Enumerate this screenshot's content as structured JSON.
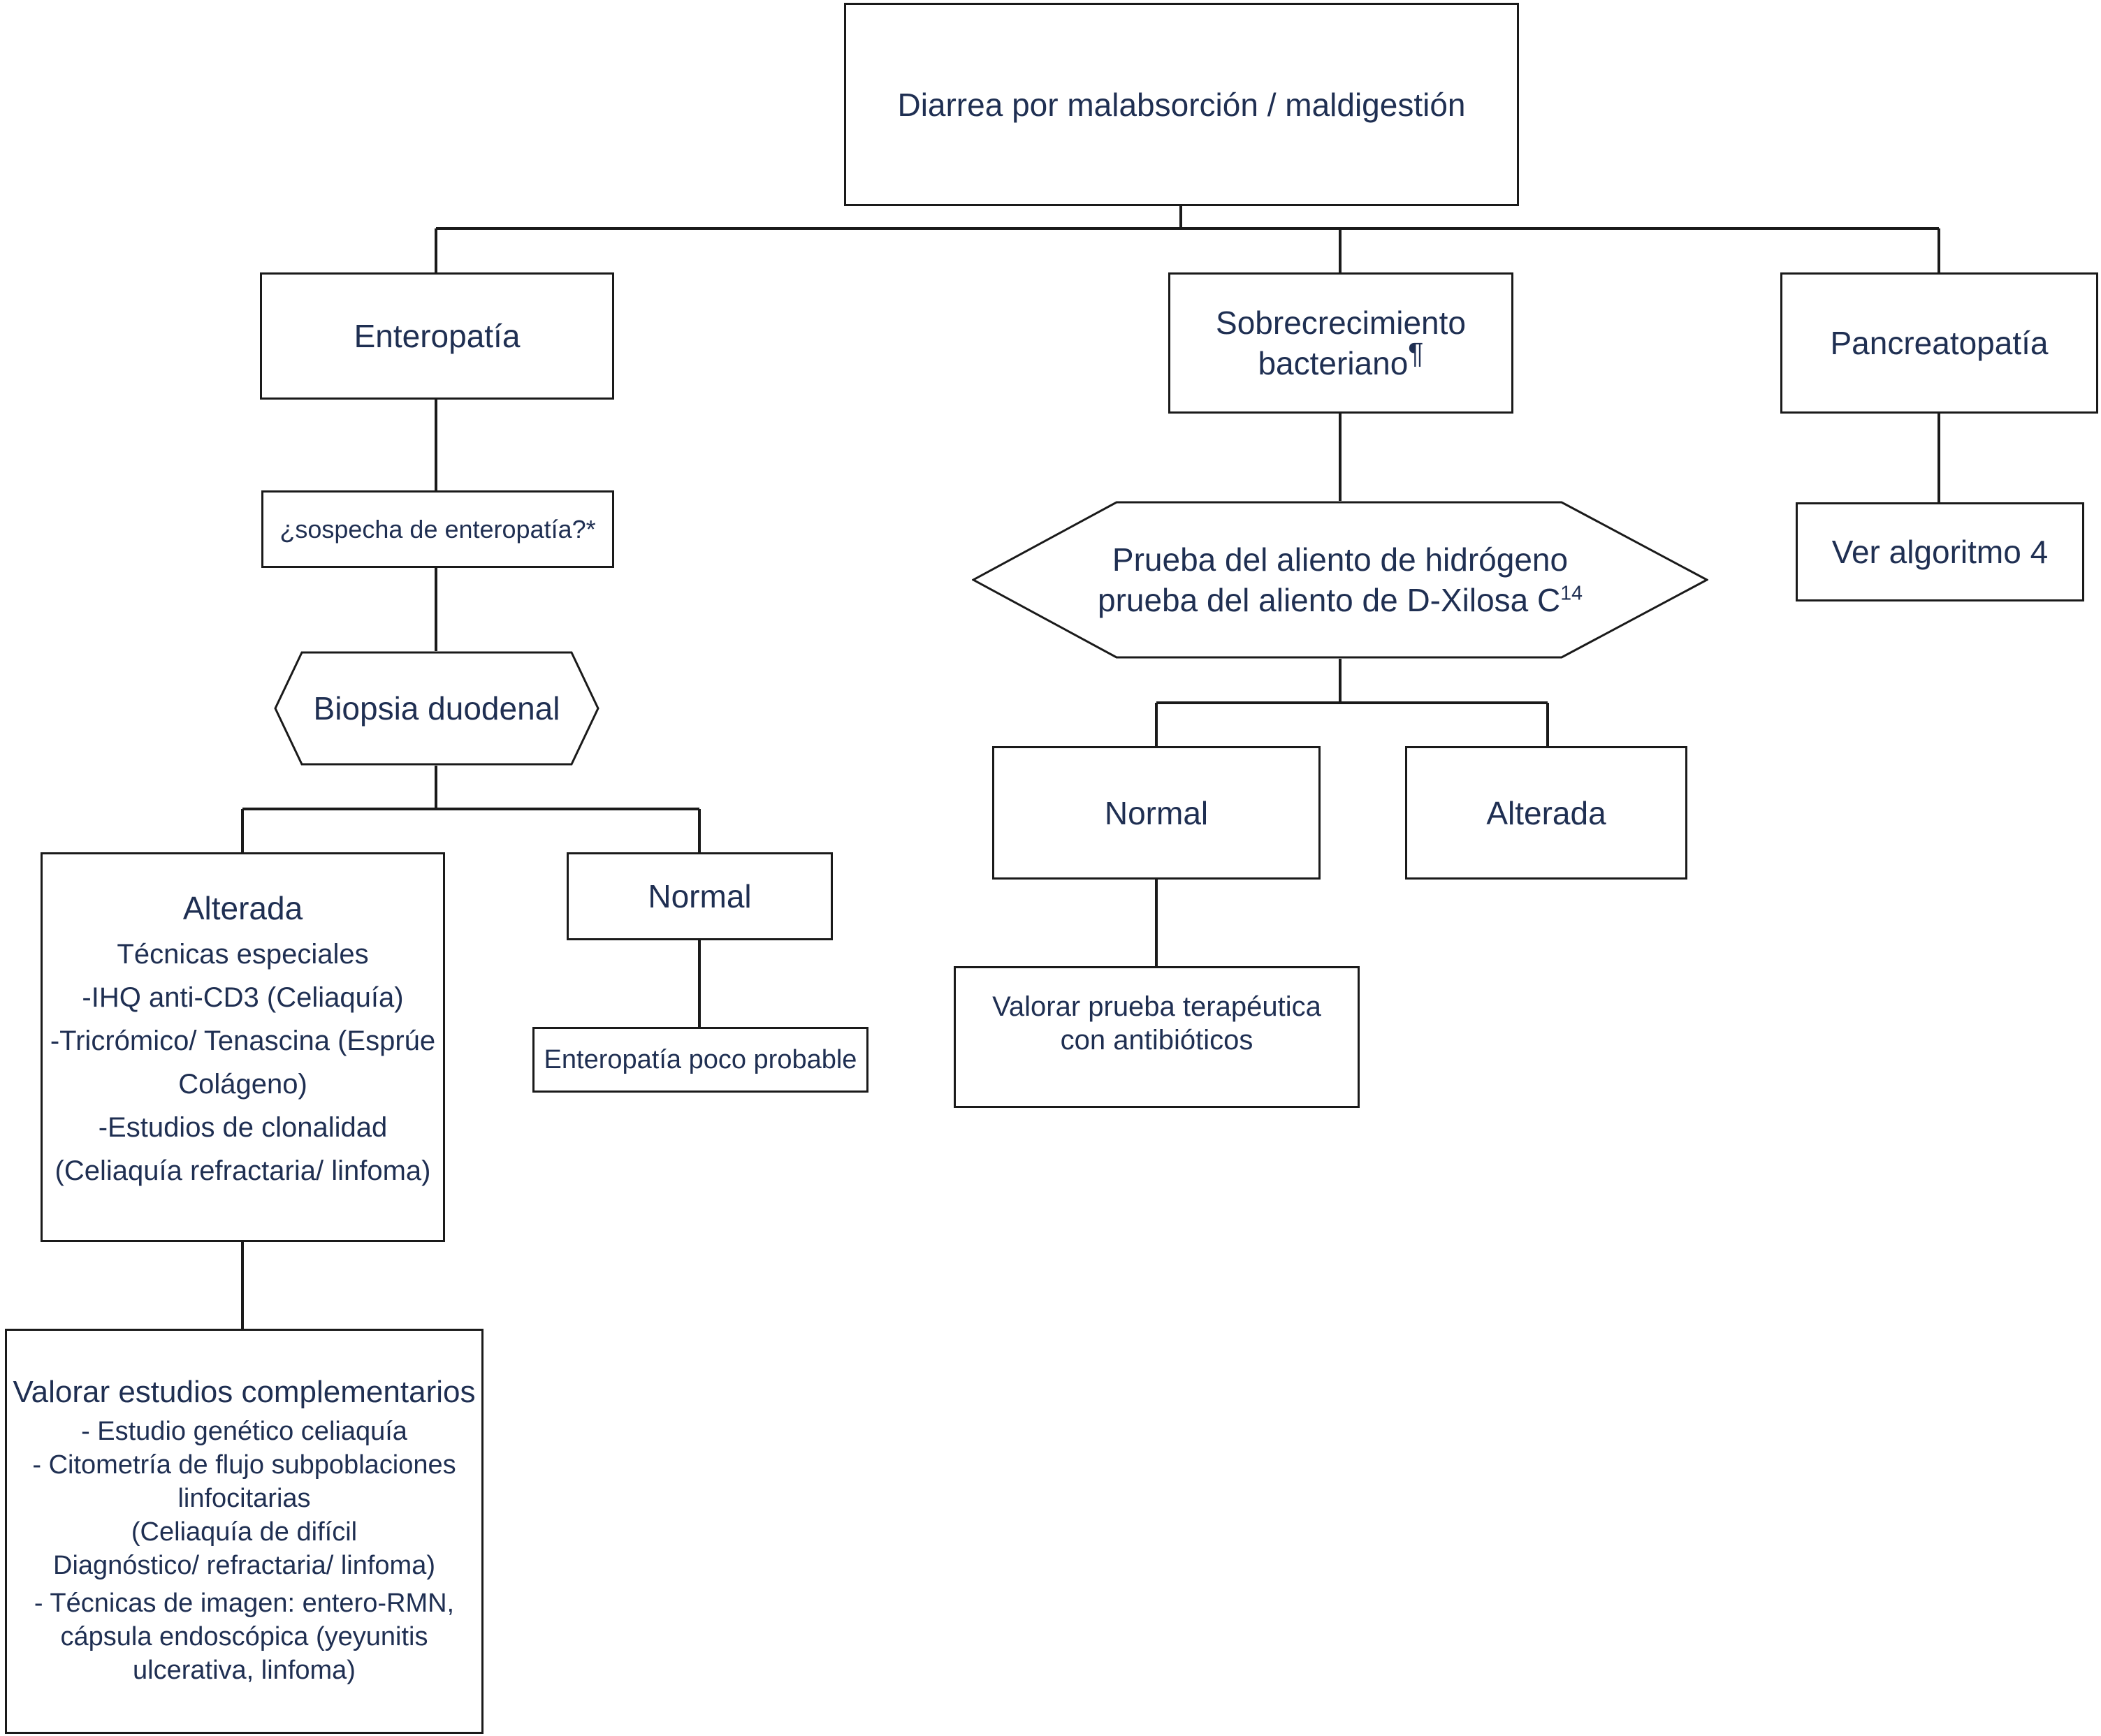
{
  "root": {
    "label": "Diarrea por malabsorción / maldigestión"
  },
  "enteropatia": {
    "label": "Enteropatía",
    "question": "¿sospecha de enteropatía?*",
    "biopsy": "Biopsia duodenal",
    "altered": {
      "title": "Alterada",
      "lines": [
        "Técnicas especiales",
        "-IHQ anti-CD3 (Celiaquía)",
        "-Tricrómico/ Tenascina (Esprúe",
        "Colágeno)",
        "-Estudios de clonalidad",
        "(Celiaquía refractaria/ linfoma)"
      ]
    },
    "normal": {
      "title": "Normal",
      "result": "Enteropatía poco probable"
    },
    "complementary": {
      "title": "Valorar estudios complementarios",
      "lines": [
        "- Estudio genético celiaquía",
        "- Citometría de flujo subpoblaciones",
        "linfocitarias",
        "(Celiaquía de difícil",
        "Diagnóstico/ refractaria/ linfoma)",
        "- Técnicas de imagen: entero-RMN,",
        "cápsula endoscópica (yeyunitis",
        "ulcerativa, linfoma)"
      ]
    }
  },
  "sobrecrecimiento": {
    "label_line1": "Sobrecrecimiento",
    "label_line2": "bacteriano",
    "label_mark": "¶",
    "test_line1": "Prueba del aliento de hidrógeno",
    "test_line2": "prueba del aliento de D-Xilosa C",
    "test_sup": "14",
    "normal": "Normal",
    "altered": "Alterada",
    "therapy": "Valorar prueba terapéutica con antibióticos"
  },
  "pancreatopatia": {
    "label": "Pancreatopatía",
    "next": "Ver algoritmo 4"
  }
}
